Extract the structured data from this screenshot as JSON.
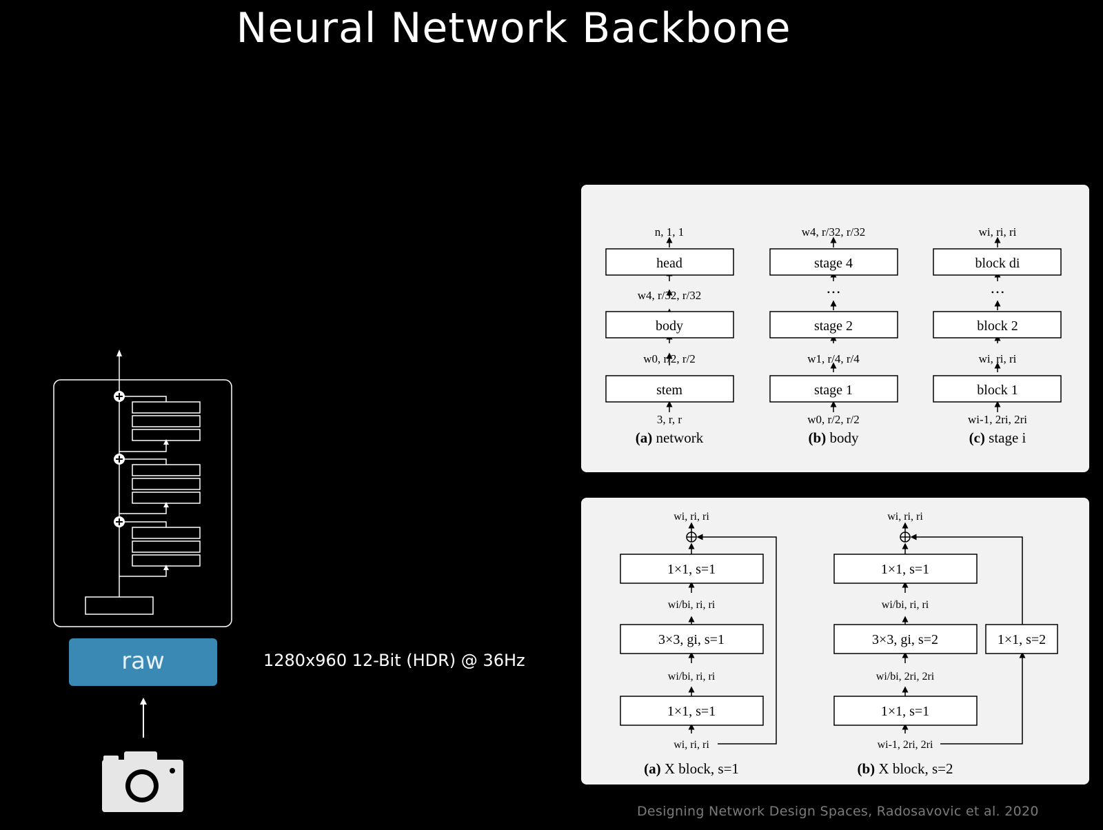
{
  "slide": {
    "title": "Neural Network Backbone",
    "raw_label": "raw",
    "camera_spec": "1280x960 12-Bit (HDR) @ 36Hz",
    "citation": "Designing Network Design Spaces, Radosavovic et al. 2020"
  },
  "regnet_top": {
    "network": {
      "caption_bold": "(a)",
      "caption": " network",
      "top": "n, 1, 1",
      "boxes": [
        "head",
        "body",
        "stem"
      ],
      "mid1": "w4, r/32, r/32",
      "mid2": "w0, r/2, r/2",
      "bottom": "3, r, r"
    },
    "body": {
      "caption_bold": "(b)",
      "caption": " body",
      "top": "w4, r/32, r/32",
      "boxes": [
        "stage 4",
        "stage 2",
        "stage 1"
      ],
      "dots": "• • •",
      "mid2": "w1, r/4, r/4",
      "bottom": "w0, r/2, r/2"
    },
    "stage": {
      "caption_bold": "(c)",
      "caption": " stage i",
      "top": "wi, ri, ri",
      "boxes": [
        "block di",
        "block 2",
        "block 1"
      ],
      "dots": "• • •",
      "mid2": "wi, ri, ri",
      "bottom": "wi-1, 2ri, 2ri"
    }
  },
  "regnet_bottom": {
    "block_s1": {
      "caption_bold": "(a)",
      "caption": " X block, s=1",
      "top": "wi, ri, ri",
      "boxes": [
        "1×1, s=1",
        "3×3, gi, s=1",
        "1×1, s=1"
      ],
      "mid1": "wi/bi, ri, ri",
      "mid2": "wi/bi, ri, ri",
      "bottom": "wi, ri, ri"
    },
    "block_s2": {
      "caption_bold": "(b)",
      "caption": " X block, s=2",
      "top": "wi, ri, ri",
      "boxes": [
        "1×1, s=1",
        "3×3, gi, s=2",
        "1×1, s=1"
      ],
      "mid1": "wi/bi, ri, ri",
      "mid2": "wi/bi, 2ri, 2ri",
      "bottom": "wi-1, 2ri, 2ri",
      "shortcut": "1×1, s=2"
    }
  }
}
